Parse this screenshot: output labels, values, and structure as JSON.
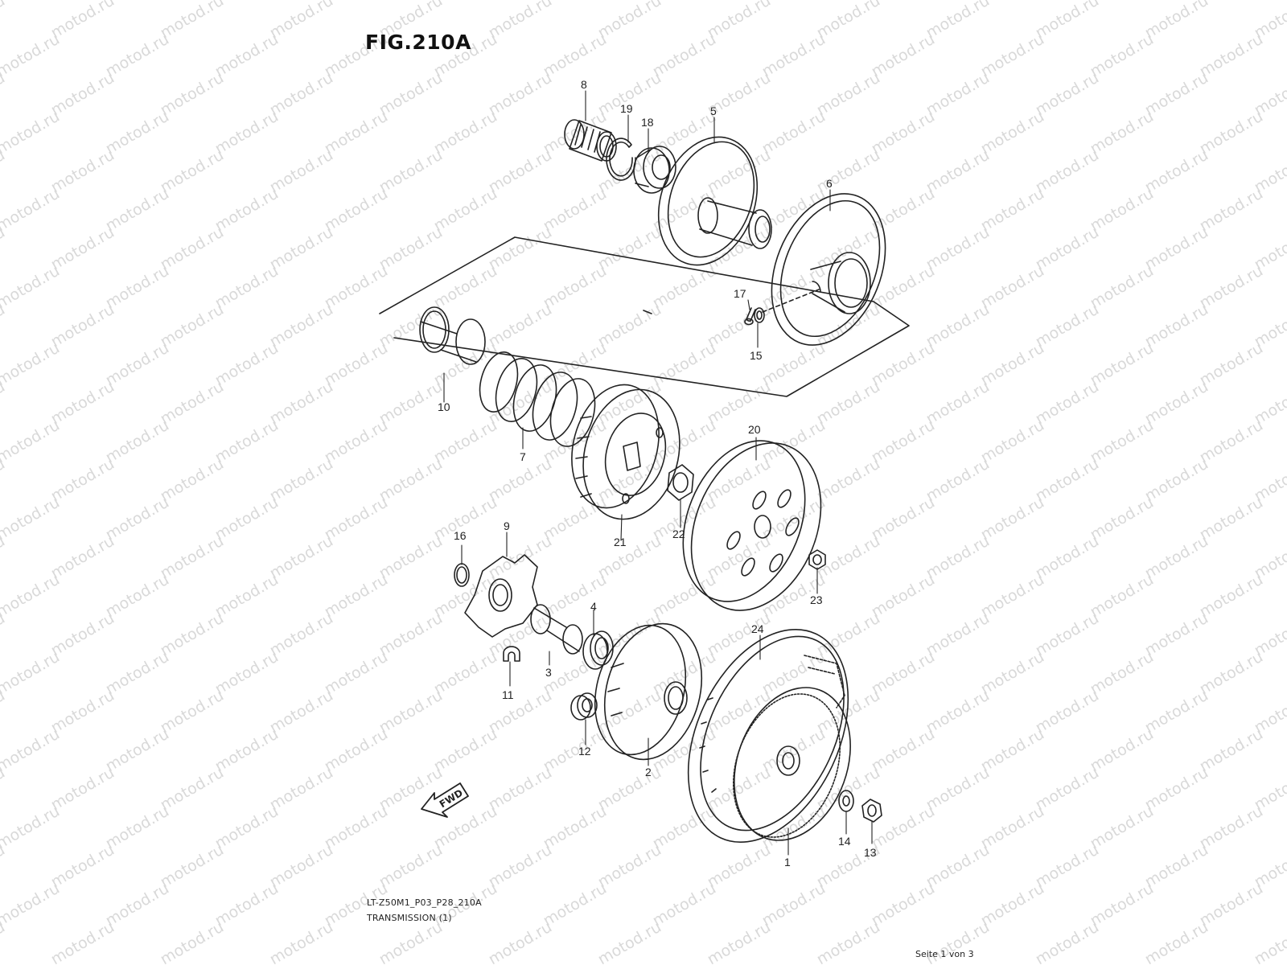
{
  "figure": {
    "title": "FIG.210A",
    "drawing_code": "LT-Z50M1_P03_P28_210A",
    "section": "TRANSMISSION (1)",
    "page_info": "Seite 1 von 3",
    "watermark": "motod.ru",
    "direction_label": "FWD"
  },
  "parts": [
    {
      "num": "1"
    },
    {
      "num": "2"
    },
    {
      "num": "3"
    },
    {
      "num": "4"
    },
    {
      "num": "5"
    },
    {
      "num": "6"
    },
    {
      "num": "7"
    },
    {
      "num": "8"
    },
    {
      "num": "9"
    },
    {
      "num": "10"
    },
    {
      "num": "11"
    },
    {
      "num": "12"
    },
    {
      "num": "13"
    },
    {
      "num": "14"
    },
    {
      "num": "15"
    },
    {
      "num": "16"
    },
    {
      "num": "17"
    },
    {
      "num": "18"
    },
    {
      "num": "19"
    },
    {
      "num": "20"
    },
    {
      "num": "21"
    },
    {
      "num": "22"
    },
    {
      "num": "23"
    },
    {
      "num": "24"
    }
  ],
  "colors": {
    "line": "#222222",
    "watermark": "#d9d9d9"
  }
}
